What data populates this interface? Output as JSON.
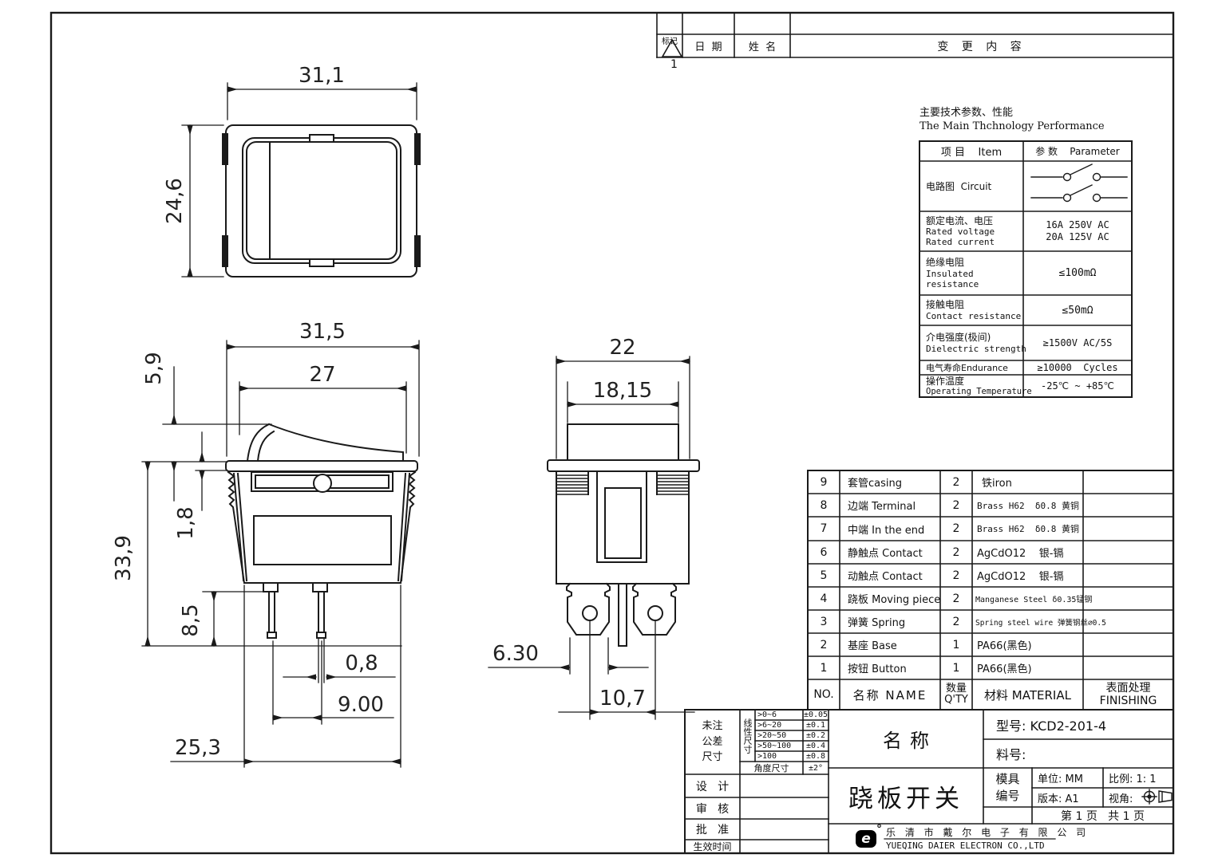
{
  "revision": {
    "mark_label": "标记",
    "date_label": "日  期",
    "name_label": "姓  名",
    "change_label": "变 更 内 容",
    "revision_number": "1"
  },
  "tech": {
    "title_cn": "主要技术参数、性能",
    "title_en": "The Main Thchnology Performance",
    "item_header": "项 目    Item",
    "param_header": "参 数    Parameter",
    "rows": [
      {
        "item1": "电路图  Circuit",
        "item2": "",
        "item3": "",
        "p1": "",
        "p2": ""
      },
      {
        "item1": "额定电流、电压",
        "item2": "Rated voltage",
        "item3": "Rated current",
        "p1": "16A 250V AC",
        "p2": "20A 125V AC"
      },
      {
        "item1": "绝缘电阻",
        "item2": "Insulated",
        "item3": "resistance",
        "p1": "≤100mΩ",
        "p2": ""
      },
      {
        "item1": "接触电阻",
        "item2": "Contact resistance",
        "item3": "",
        "p1": "≤50mΩ",
        "p2": ""
      },
      {
        "item1": "介电强度(极间)",
        "item2": "Dielectric strength",
        "item3": "",
        "p1": "≥1500V AC/5S",
        "p2": ""
      },
      {
        "item1": "电气寿命Endurance",
        "item2": "",
        "item3": "",
        "p1": "≥10000  Cycles",
        "p2": ""
      },
      {
        "item1": "操作温度",
        "item2": "Operating Temperature",
        "item3": "",
        "p1": "-25℃ ~ +85℃",
        "p2": ""
      }
    ]
  },
  "bom": {
    "header": {
      "no": "NO.",
      "name": "名称 NAME",
      "qty1": "数量",
      "qty2": "Q'TY",
      "material": "材料 MATERIAL",
      "fin1": "表面处理",
      "fin2": "FINISHING"
    },
    "rows": [
      {
        "no": "9",
        "name": "套管casing",
        "qty": "2",
        "material": "铁iron",
        "finishing": ""
      },
      {
        "no": "8",
        "name": "边端 Terminal",
        "qty": "2",
        "material": "Brass H62  δ0.8 黄铜",
        "finishing": ""
      },
      {
        "no": "7",
        "name": "中端 In the end",
        "qty": "2",
        "material": "Brass H62  δ0.8 黄铜",
        "finishing": ""
      },
      {
        "no": "6",
        "name": "静触点 Contact",
        "qty": "2",
        "material": "AgCdO12    银-镉",
        "finishing": ""
      },
      {
        "no": "5",
        "name": "动触点 Contact",
        "qty": "2",
        "material": "AgCdO12    银-镉",
        "finishing": ""
      },
      {
        "no": "4",
        "name": "跷板 Moving piece",
        "qty": "2",
        "material": "Manganese Steel δ0.35锰钢",
        "finishing": ""
      },
      {
        "no": "3",
        "name": "弹簧 Spring",
        "qty": "2",
        "material": "Spring steel wire 弹簧钢丝∅0.5",
        "finishing": ""
      },
      {
        "no": "2",
        "name": "基座 Base",
        "qty": "1",
        "material": "PA66(黑色)",
        "finishing": ""
      },
      {
        "no": "1",
        "name": "按钮 Button",
        "qty": "1",
        "material": "PA66(黑色)",
        "finishing": ""
      }
    ]
  },
  "titleblock": {
    "tol_l1": "未注",
    "tol_l2": "公差",
    "tol_l3": "尺寸",
    "linear_label": "线性尺寸",
    "tol_rows": [
      {
        "range": ">0~6",
        "value": "±0.05"
      },
      {
        "range": ">6~20",
        "value": "±0.1"
      },
      {
        "range": ">20~50",
        "value": "±0.2"
      },
      {
        "range": ">50~100",
        "value": "±0.4"
      },
      {
        "range": ">100",
        "value": "±0.8"
      }
    ],
    "angle_label": "角度尺寸",
    "angle_value": "±2°",
    "sig_design": "设   计",
    "sig_review": "审   核",
    "sig_approve": "批   准",
    "sig_effective": "生效时间",
    "name_label": "名称",
    "product_name": "跷板开关",
    "model_line": "型号: KCD2-201-4",
    "part_line": "料号:",
    "mold_l1": "模具",
    "mold_l2": "编号",
    "unit_line": "单位: MM",
    "scale_line": "比例: 1: 1",
    "version_line": "版本: A1",
    "view_label": "视角:",
    "view_icon": "third-angle-projection-symbol",
    "page_line": "第 1 页   共 1 页",
    "logo_letter": "e",
    "logo_degree": "°",
    "company_cn": "乐 清 市 戴 尔 电 子 有 限 公 司",
    "company_en": "YUEQING DAIER ELECTRON CO.,LTD"
  },
  "dims": {
    "front_width": "31,1",
    "front_height": "24,6",
    "side_width": "31,5",
    "side_rocker": "27",
    "side_peak": "5,9",
    "side_flange": "1,8",
    "side_height": "33,9",
    "side_pin_len": "8,5",
    "side_pin_t": "0,8",
    "side_pin_pitch": "9.00",
    "side_base": "25,3",
    "end_width": "22",
    "end_button": "18,15",
    "end_term_w": "6.30",
    "end_term_pitch": "10,7"
  },
  "colors": {
    "line": "#1a1a1a",
    "text": "#111111",
    "paper": "#ffffff"
  }
}
